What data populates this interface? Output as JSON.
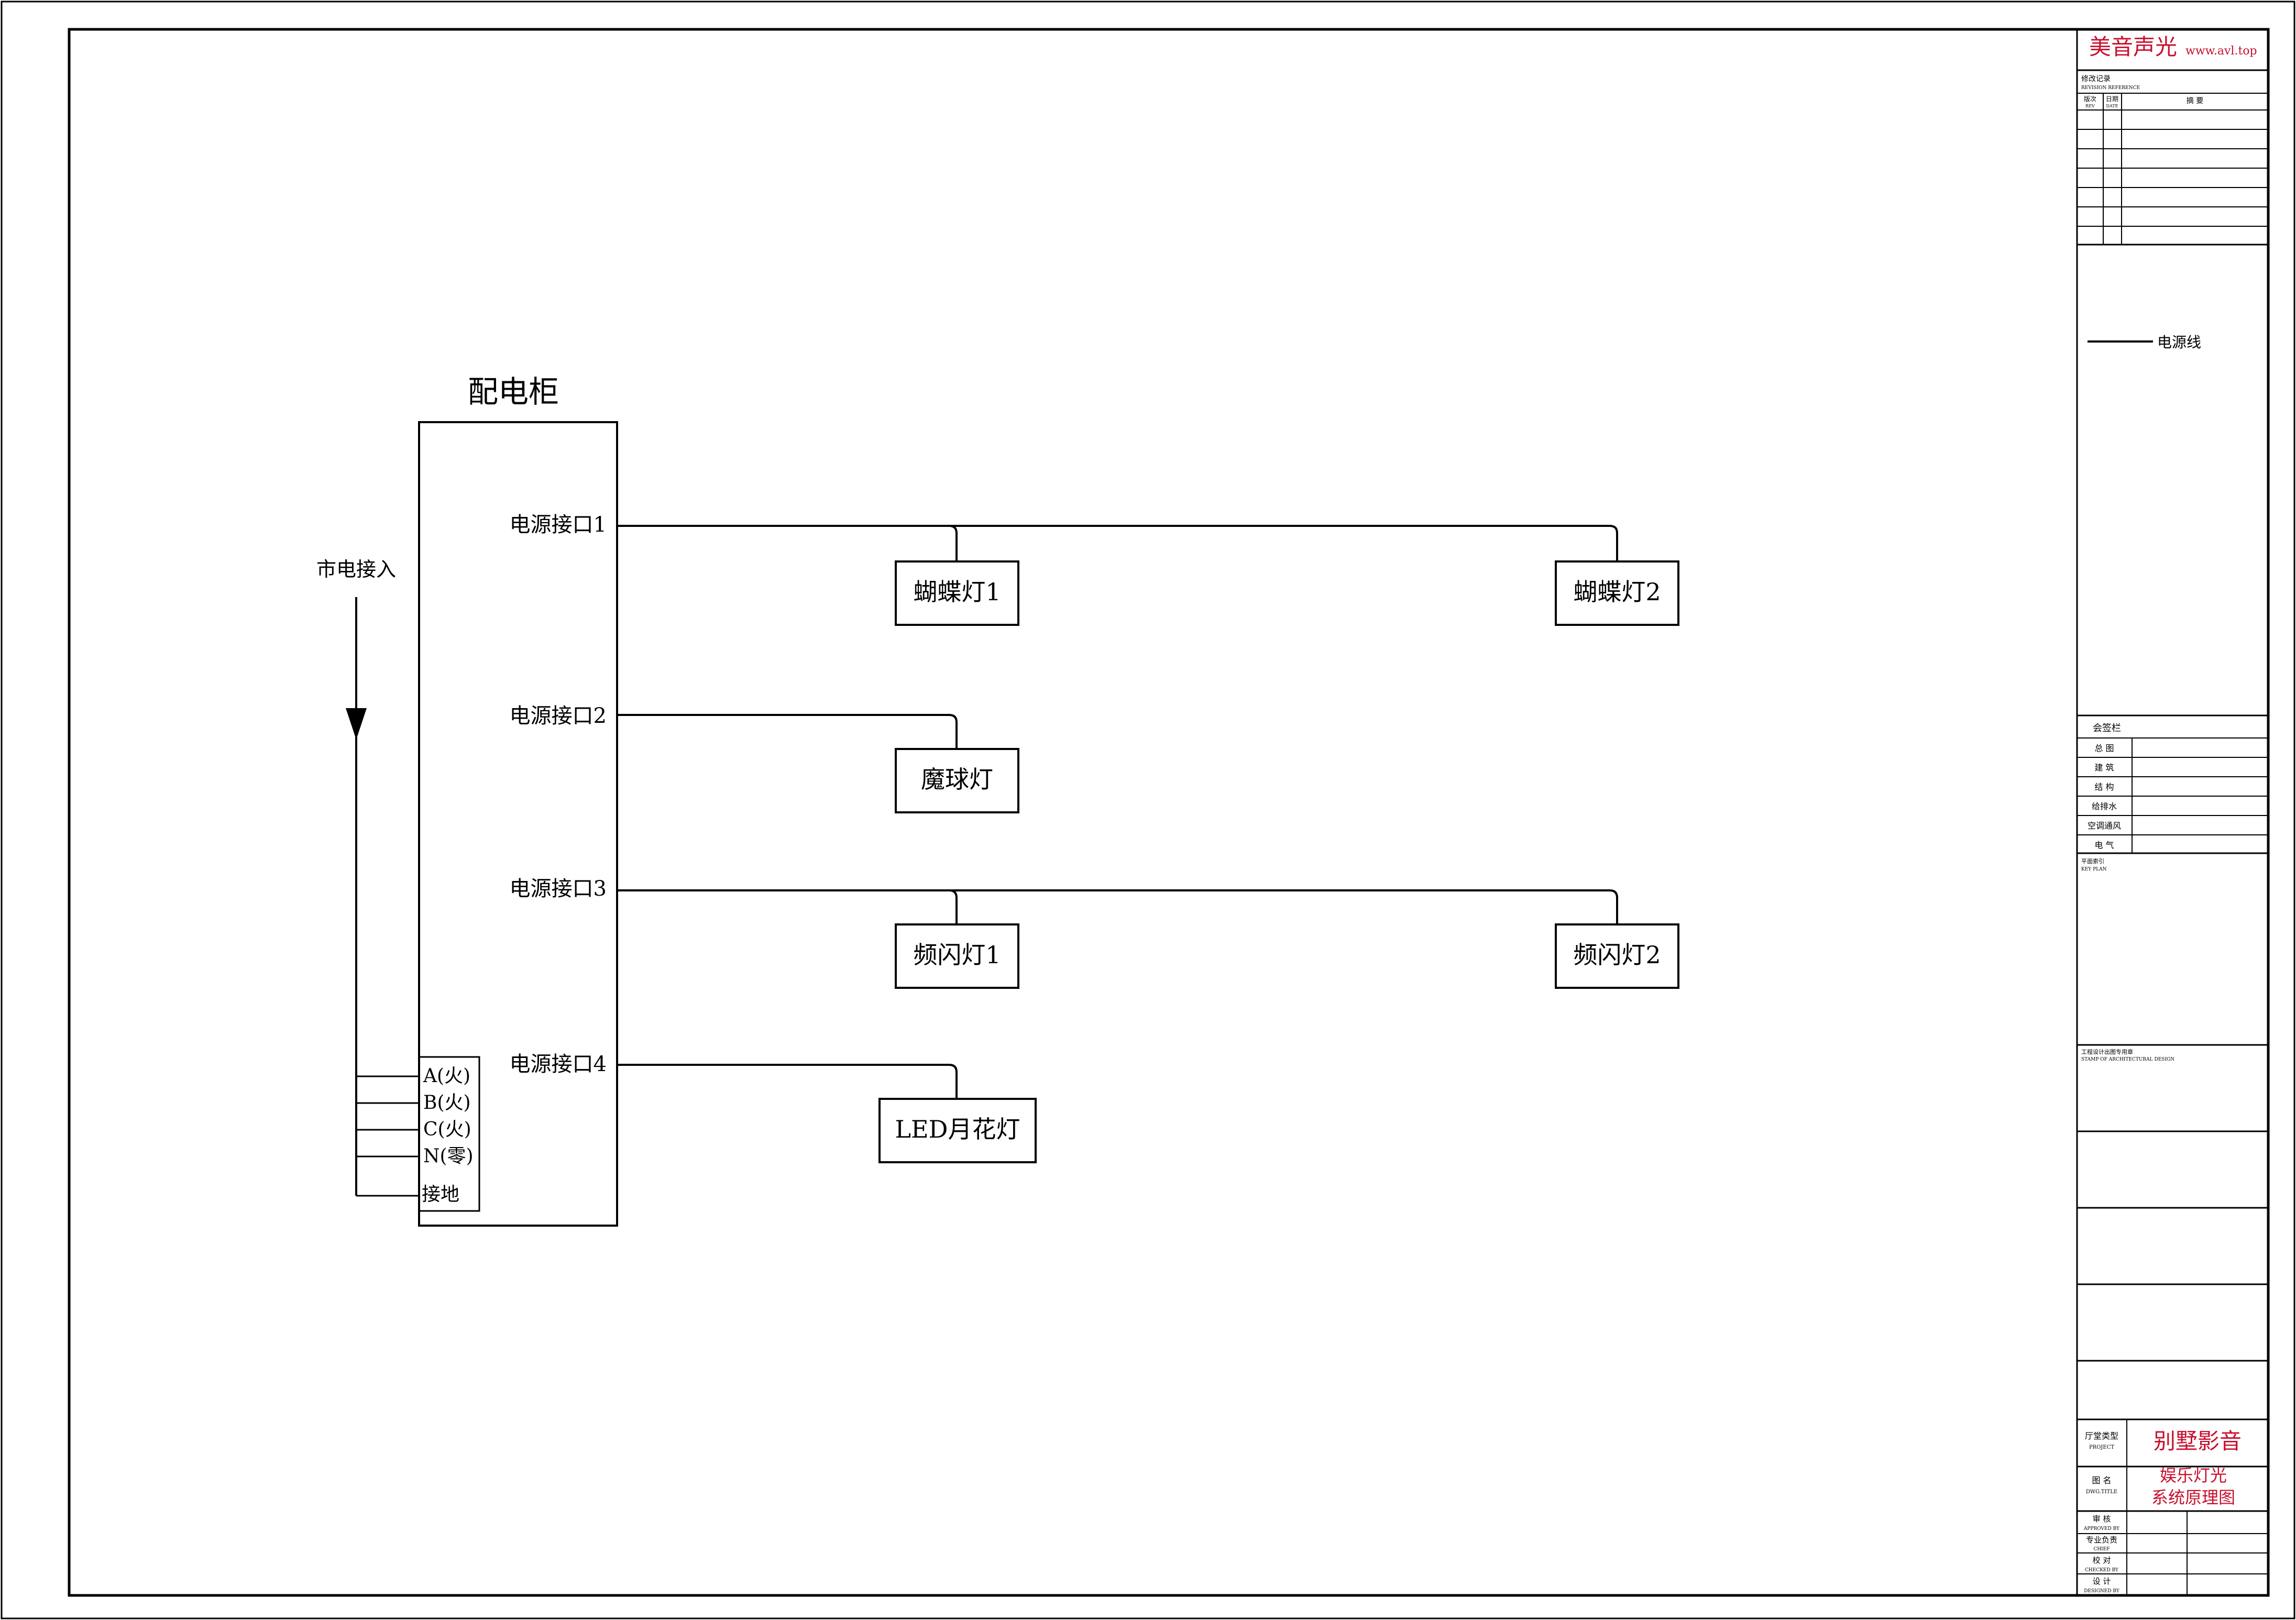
{
  "brand": {
    "name": "美音声光",
    "url": "www.avl.top"
  },
  "cabinet": {
    "title": "配电柜",
    "ports": [
      "电源接口1",
      "电源接口2",
      "电源接口3",
      "电源接口4"
    ],
    "terminals": [
      "A(火)",
      "B(火)",
      "C(火)",
      "N(零)",
      "接地"
    ]
  },
  "mains": {
    "label": "市电接入"
  },
  "lights": [
    "蝴蝶灯1",
    "蝴蝶灯2",
    "魔球灯",
    "频闪灯1",
    "频闪灯2",
    "LED月花灯"
  ],
  "title_block": {
    "revision_cn": "修改记录",
    "revision_en": "REVISION REFERENCE",
    "rev_col_cn": "版次",
    "rev_col_en": "REV",
    "date_col_cn": "日期",
    "date_col_en": "DATE",
    "desc_col": "摘 要",
    "legend_line": "电源线",
    "sign_title": "会签栏",
    "sign_rows": [
      "总 图",
      "建 筑",
      "结 构",
      "给排水",
      "空调通风",
      "电 气"
    ],
    "keyplan_cn": "平面索引",
    "keyplan_en": "KEY PLAN",
    "stamp_cn": "工程设计出图专用章",
    "stamp_en": "STAMP OF ARCHITECTURAL DESIGN",
    "project_label_cn": "厅堂类型",
    "project_label_en": "PROJECT",
    "project_value": "别墅影音",
    "dwg_label_cn": "图 名",
    "dwg_label_en": "DWG.TITLE",
    "dwg_value_1": "娱乐灯光",
    "dwg_value_2": "系统原理图",
    "approved_cn": "审 核",
    "approved_en": "APPROVED BY",
    "chief_cn": "专业负责",
    "chief_en": "CHIEF",
    "checked_cn": "校 对",
    "checked_en": "CHECKED BY",
    "designed_cn": "设 计",
    "designed_en": "DESIGNED BY"
  }
}
